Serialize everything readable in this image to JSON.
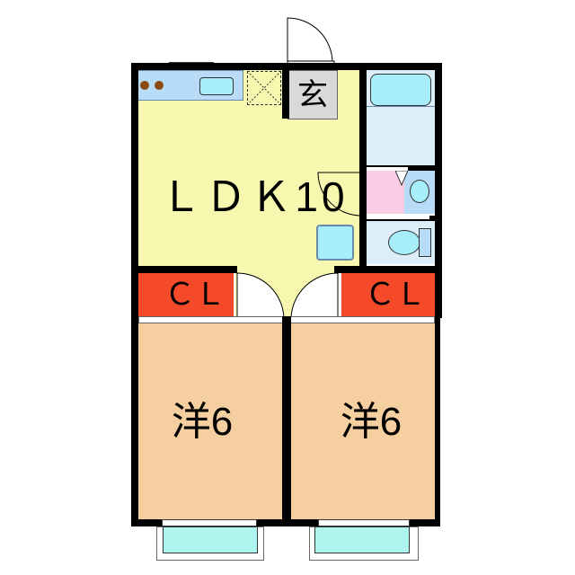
{
  "floorplan": {
    "ldk": {
      "label": "ＬＤＫ",
      "size": "10",
      "color": "#f7f7b0"
    },
    "entrance": {
      "label": "玄",
      "color": "#d9d9d9"
    },
    "room_left": {
      "label": "洋",
      "size": "6",
      "color": "#f6cfa0"
    },
    "room_right": {
      "label": "洋",
      "size": "6",
      "color": "#f6cfa0"
    },
    "closet_left": {
      "label": "ＣＬ",
      "color": "#f44a2a"
    },
    "closet_right": {
      "label": "ＣＬ",
      "color": "#f44a2a"
    },
    "colors": {
      "wet_area": "#dceefa",
      "fixture": "#a8eefa",
      "washroom": "#f9cde6",
      "balcony": "#aef5f0",
      "counter": "#b8dcf8"
    }
  }
}
